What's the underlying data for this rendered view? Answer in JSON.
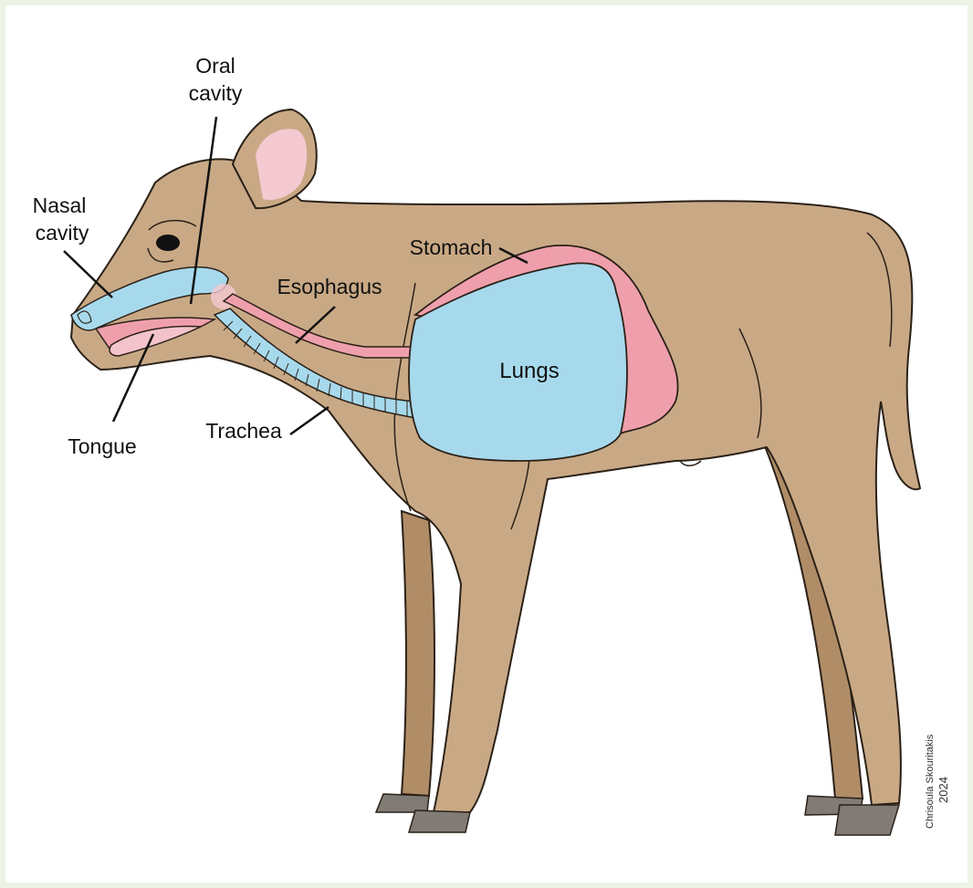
{
  "labels": {
    "oral_cavity_line1": "Oral",
    "oral_cavity_line2": "cavity",
    "nasal_cavity_line1": "Nasal",
    "nasal_cavity_line2": "cavity",
    "stomach": "Stomach",
    "esophagus": "Esophagus",
    "lungs": "Lungs",
    "trachea": "Trachea",
    "tongue": "Tongue"
  },
  "signature": {
    "name": "Chrisoula Skouritakis",
    "year": "2024"
  },
  "colors": {
    "body": "#c9a985",
    "body_shadow": "#b08d67",
    "outline": "#2b2118",
    "airway": "#a7d9ec",
    "digestive": "#ef9fac",
    "ear_inner": "#f5c9d1",
    "hoof": "#807b74",
    "frame": "#eef3e6"
  }
}
